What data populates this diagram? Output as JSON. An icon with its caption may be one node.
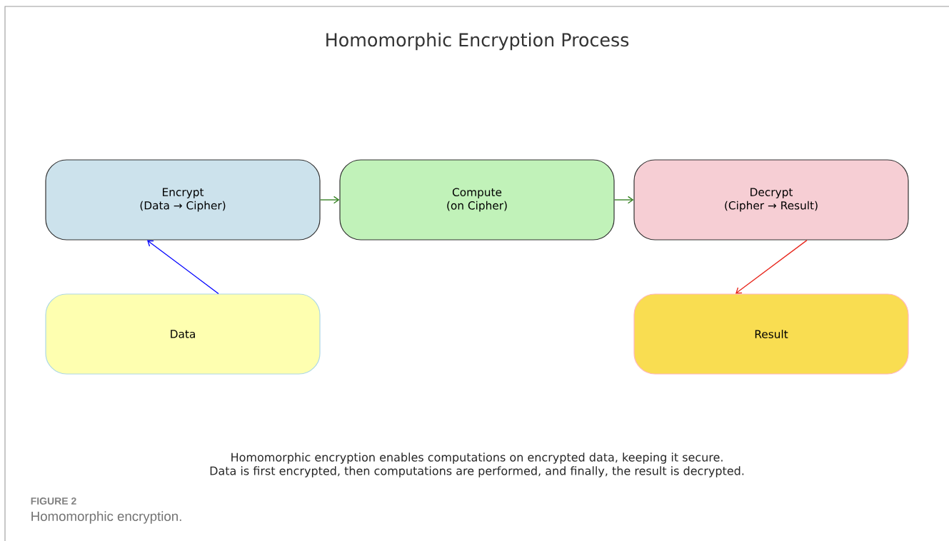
{
  "diagram": {
    "title": "Homomorphic Encryption Process",
    "caption": "Homomorphic encryption.",
    "nodes": [
      {
        "text": [
          "Encrypt",
          "(Data → Cipher)"
        ]
      },
      {
        "text": [
          "Compute",
          "(on Cipher)"
        ]
      },
      {
        "text": [
          "Decrypt",
          "(Cipher → Result)"
        ]
      },
      {
        "text": [
          "Result"
        ]
      },
      {
        "text": [
          "Data"
        ]
      }
    ],
    "edges": [
      {
        "from": 4,
        "to": 0,
        "arrow": "to",
        "color": "#0000ff"
      },
      {
        "from": 0,
        "to": 1,
        "arrow": "to",
        "color": "#2e7d1a"
      },
      {
        "from": 1,
        "to": 2,
        "arrow": "to",
        "color": "#2e7d1a"
      },
      {
        "from": 2,
        "to": 3,
        "arrow": "to",
        "color": "#e8261c"
      }
    ],
    "labels": [
      "Homomorphic encryption enables computations on encrypted data, keeping it secure.",
      "Data is first encrypted, then computations are performed, and finally, the result is decrypted.",
      "FIGURE 2"
    ]
  }
}
